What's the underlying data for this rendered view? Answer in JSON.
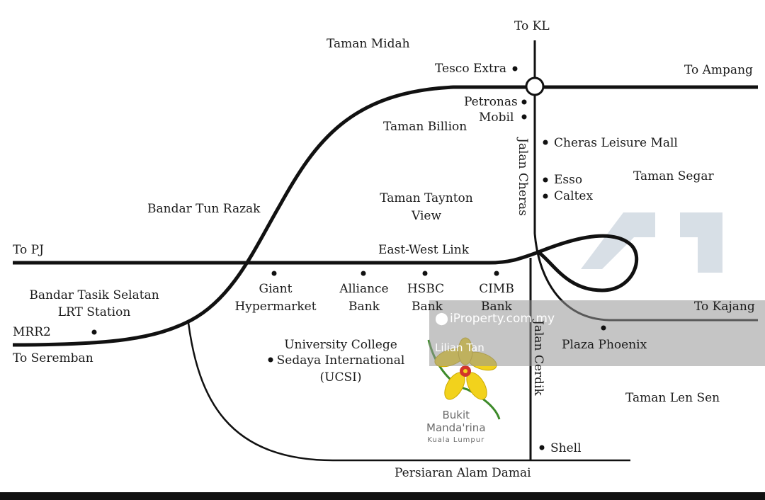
{
  "labels": {
    "to_kl": "To KL",
    "taman_midah": "Taman Midah",
    "tesco_extra": "Tesco Extra",
    "to_ampang": "To Ampang",
    "petronas": "Petronas",
    "mobil": "Mobil",
    "taman_billion": "Taman Billion",
    "jalan_cheras": "Jalan Cheras",
    "cheras_leisure_mall": "Cheras Leisure Mall",
    "esso": "Esso",
    "caltex": "Caltex",
    "taman_segar": "Taman Segar",
    "taman_taynton_view_1": "Taman Taynton",
    "taman_taynton_view_2": "View",
    "bandar_tun_razak": "Bandar Tun Razak",
    "to_pj": "To PJ",
    "east_west_link": "East-West Link",
    "bandar_tasik_selatan_1": "Bandar Tasik Selatan",
    "bandar_tasik_selatan_2": "LRT Station",
    "giant_1": "Giant",
    "giant_2": "Hypermarket",
    "alliance_1": "Alliance",
    "alliance_2": "Bank",
    "hsbc_1": "HSBC",
    "hsbc_2": "Bank",
    "cimb_1": "CIMB",
    "cimb_2": "Bank",
    "to_kajang": "To Kajang",
    "mrr2": "MRR2",
    "to_seremban": "To Seremban",
    "ucsi_1": "University College",
    "ucsi_2": "Sedaya International",
    "ucsi_3": "(UCSI)",
    "jalan_cerdik": "Jalan Cerdik",
    "plaza_phoenix": "Plaza Phoenix",
    "taman_len_sen": "Taman Len Sen",
    "shell": "Shell",
    "persiaran_alam_damai": "Persiaran Alam Damai"
  },
  "logo": {
    "line1": "Bukit",
    "line2": "Manda'rina",
    "line3": "Kuala Lumpur"
  },
  "watermark": {
    "brand": "iProperty.com.my",
    "agent": "Lilian Tan"
  },
  "colors": {
    "road": "#111111",
    "petal": "#f2d21c",
    "petal_edge": "#c9a800",
    "watermark_band": "#969696",
    "logo_mark": "#8fa4b8"
  }
}
